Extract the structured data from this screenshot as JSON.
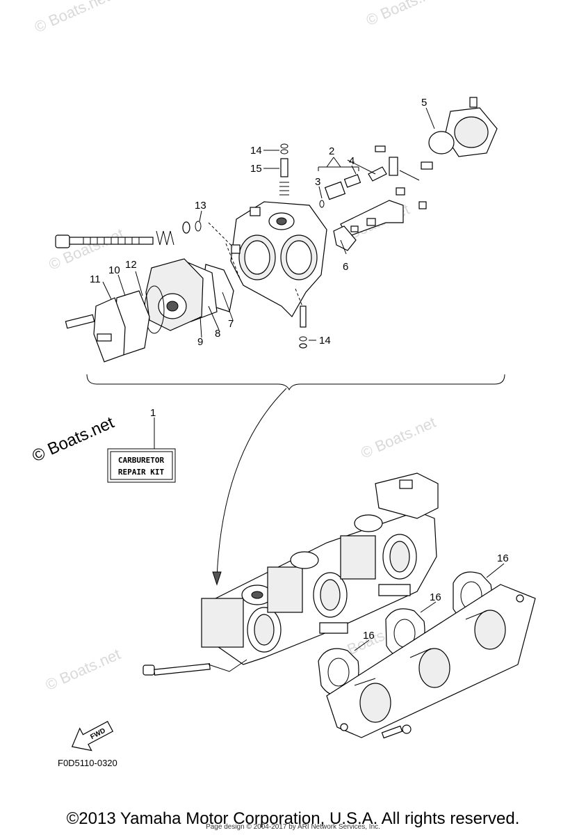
{
  "watermark": "© Boats.net",
  "callouts": {
    "c1": "1",
    "c2": "2",
    "c3": "3",
    "c4": "4",
    "c5": "5",
    "c6": "6",
    "c7": "7",
    "c8": "8",
    "c9": "9",
    "c10": "10",
    "c11": "11",
    "c12": "12",
    "c13": "13",
    "c14a": "14",
    "c14b": "14",
    "c15": "15",
    "c16a": "16",
    "c16b": "16",
    "c16c": "16"
  },
  "kit_label": {
    "line1": "CARBURETOR",
    "line2": "REPAIR KIT"
  },
  "fwd_label": "FWD",
  "diagram_code": "F0D5110-0320",
  "footer": {
    "copyright": "©2013 Yamaha Motor Corporation, U.S.A. All rights reserved.",
    "page_design": "Page design © 2004-2017 by ARI Network Services, Inc."
  }
}
